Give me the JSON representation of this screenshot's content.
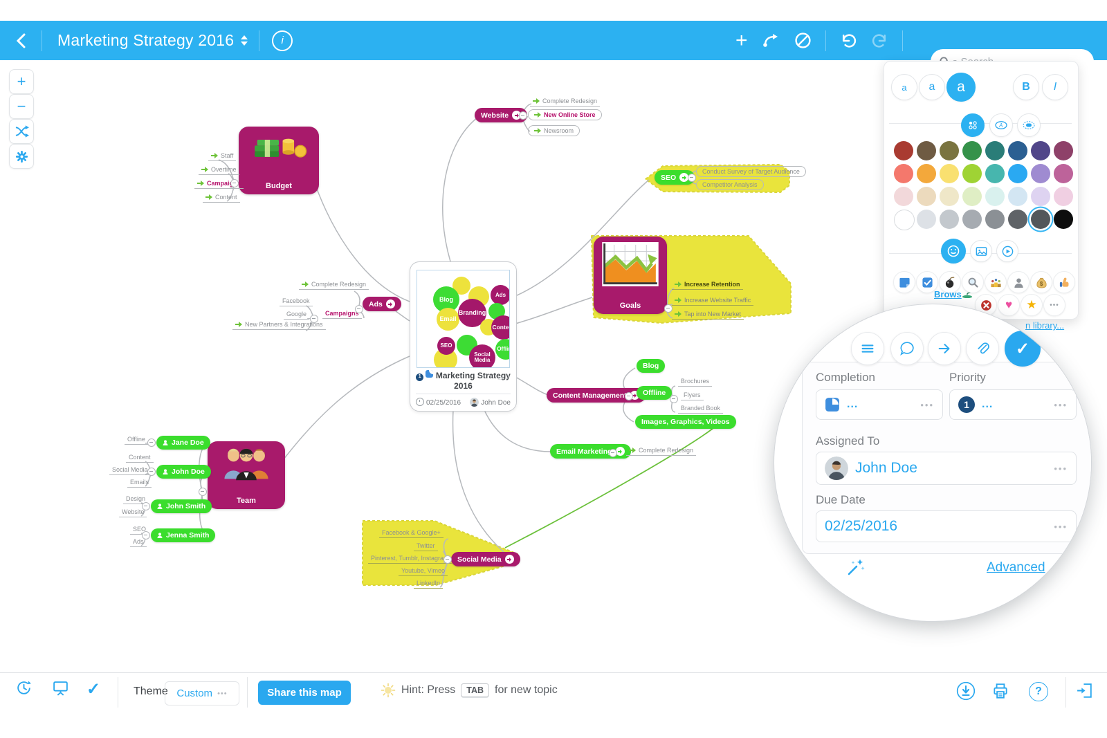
{
  "icons": {
    "more": "•••",
    "ellipsis": "...",
    "check": "✓",
    "question": "?",
    "star": "★",
    "heart": "♥",
    "caret": "▾",
    "info": "i",
    "plus": "+",
    "minus": "−",
    "dollar": "$"
  },
  "topbar": {
    "title": "Marketing Strategy 2016",
    "search_placeholder": "Search"
  },
  "panel": {
    "size_small": "a",
    "size_medium": "a",
    "size_large": "a",
    "bold": "B",
    "italic": "I",
    "browse_link": "Brows",
    "library_link": "n library...",
    "swatches": [
      [
        "#a93b31",
        "#6f5b43",
        "#7a7440",
        "#35924a",
        "#2a7d78",
        "#2b5f92",
        "#514689",
        "#8e4169"
      ],
      [
        "#f4786c",
        "#f3a83b",
        "#f9e070",
        "#9fd334",
        "#47b6ae",
        "#2aa9f2",
        "#9f8bd1",
        "#bd639a"
      ],
      [
        "#f2d8da",
        "#ecdabd",
        "#efe7c8",
        "#dfeec4",
        "#d9f1ee",
        "#d3e6f3",
        "#ded3f1",
        "#f0cfe2"
      ],
      [
        "#ffffff",
        "#dde1e6",
        "#c3c8cd",
        "#a6abb1",
        "#8b9095",
        "#5f6367",
        "#53575b",
        "#0d0d0d"
      ]
    ]
  },
  "popup": {
    "completion_label": "Completion",
    "priority_label": "Priority",
    "priority_value": "1",
    "assigned_label": "Assigned To",
    "assignee": "John Doe",
    "due_label": "Due Date",
    "due_value": "02/25/2016",
    "advanced_link": "Advanced"
  },
  "map": {
    "center": {
      "title": "Marketing Strategy 2016",
      "date": "02/25/2016",
      "author": "John Doe",
      "priority": "1",
      "bubbles": [
        "Blog",
        "Ads",
        "Branding",
        "Email",
        "Content",
        "SEO",
        "Offline",
        "Social Media"
      ]
    },
    "website": {
      "label": "Website",
      "children": [
        "Complete Redesign",
        "New Online Store",
        "Newsroom"
      ]
    },
    "budget": {
      "label": "Budget",
      "children": [
        "Staff",
        "Overtime",
        "Campaigns",
        "Content"
      ]
    },
    "seo": {
      "label": "SEO",
      "children": [
        "Conduct Survey of Target Audience",
        "Competitor Analysis"
      ]
    },
    "goals": {
      "label": "Goals",
      "children": [
        "Increase Retention",
        "Increase Website Traffic",
        "Tap into New Market"
      ]
    },
    "ads": {
      "label": "Ads",
      "child_redesign": "Complete Redesign",
      "child_campaigns": "Campaigns",
      "campaigns_children": [
        "Facebook",
        "Google",
        "New Partners & Integrations"
      ]
    },
    "content": {
      "label": "Content Management",
      "children": [
        "Blog",
        "Offline",
        "Images, Graphics, Videos"
      ],
      "offline_children": [
        "Brochures",
        "Flyers",
        "Branded Book"
      ]
    },
    "email": {
      "label": "Email Marketing",
      "children": [
        "Complete Redesign"
      ]
    },
    "team": {
      "label": "Team",
      "members": [
        "Jane Doe",
        "John Doe",
        "John Smith",
        "Jenna Smith"
      ],
      "member_children": [
        [
          "Offline"
        ],
        [
          "Content",
          "Social Media",
          "Emails"
        ],
        [
          "Design",
          "Website"
        ],
        [
          "SEO",
          "Ads"
        ]
      ]
    },
    "social": {
      "label": "Social Media",
      "children": [
        "Facebook & Google+",
        "Twitter",
        "Pinterest, Tumblr, Instagram",
        "Youtube, Vimeo",
        "LinkedIn"
      ]
    }
  },
  "bottombar": {
    "theme_label": "Theme",
    "theme_value": "Custom",
    "share_button": "Share this map",
    "hint_prefix": "Hint: Press",
    "hint_key": "TAB",
    "hint_suffix": "for new topic"
  },
  "colors": {
    "accent": "#2cb1f1",
    "magenta": "#a81a6b",
    "green": "#3bdd2d",
    "highlight": "#e9e43c"
  }
}
